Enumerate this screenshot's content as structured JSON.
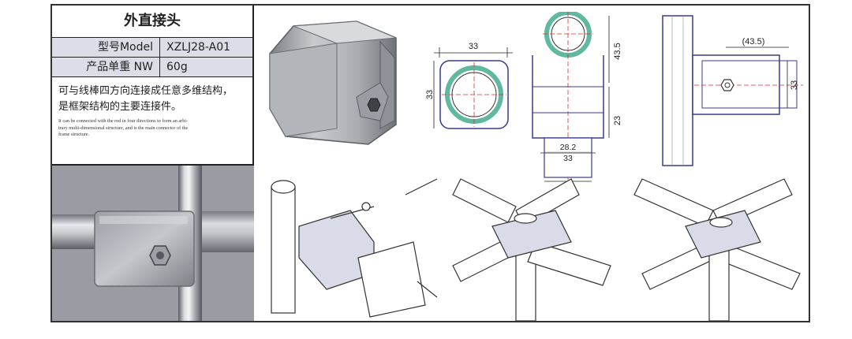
{
  "spec": {
    "title": "外直接头",
    "model_label": "型号Model",
    "model_value": "XZLJ28-A01",
    "weight_label": "产品单重 NW",
    "weight_value": "60g",
    "desc_zh_line1": "可与线棒四方向连接成任意多维结构，",
    "desc_zh_line2": "是框架结构的主要连接件。",
    "desc_en_line1": "It can be connected with the rod in four directions to form an arbi-",
    "desc_en_line2": "trary multi-dimensional structure, and is the main connector of the",
    "desc_en_line3": "frame structure."
  },
  "dimensions": {
    "front_width": "33",
    "front_height": "33",
    "side_width_bottom": "28.2",
    "side_width_inner": "33",
    "side_tube_width": "28",
    "side_height_top": "43.5",
    "side_height_low": "23",
    "top_depth": "(43.5)",
    "top_height": "33"
  },
  "colors": {
    "tube_green": "#5fb89f",
    "metal": "#b9bcc2",
    "dim_line": "#d93025",
    "drawing_blue": "#4a4a9a"
  }
}
